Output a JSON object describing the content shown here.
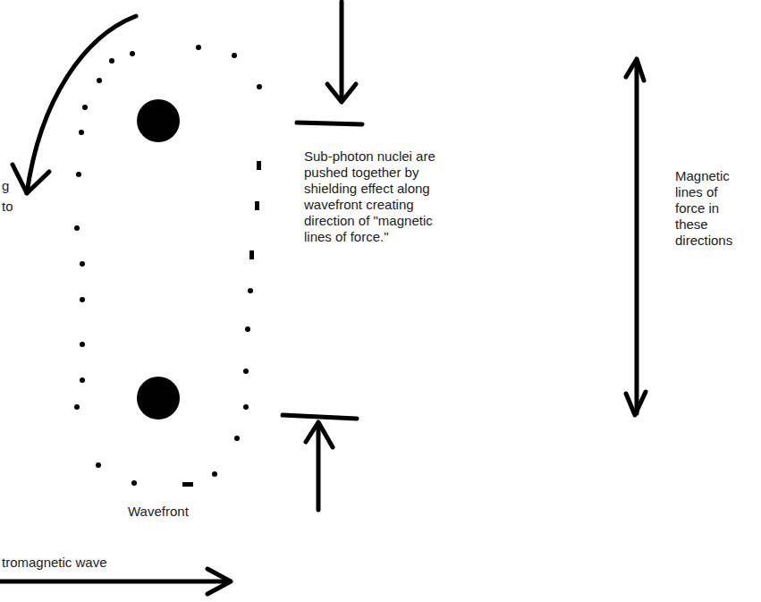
{
  "diagram": {
    "labels": [
      "g",
      "to",
      "Sub-photon nuclei are pushed together by shielding effect along wavefront creating direction of \"magnetic lines of force.\"",
      "Magnetic lines of force in these directions",
      "Wavefront",
      "tromagnetic wave"
    ]
  }
}
